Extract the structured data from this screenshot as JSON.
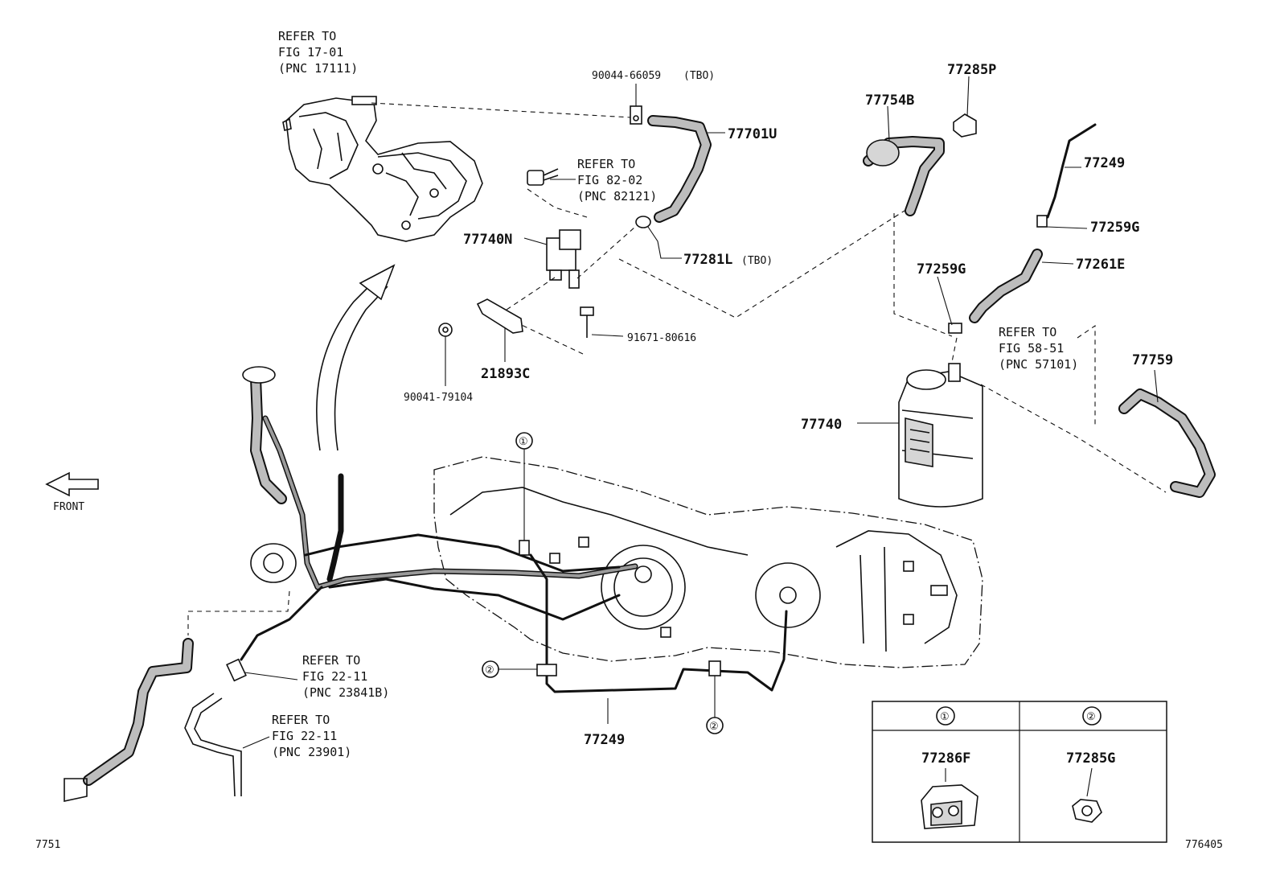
{
  "figure_code_left": "7751",
  "figure_code_right": "776405",
  "front_label": "FRONT",
  "parts": {
    "p90044": "90044-66059",
    "p90044_note": "(TBO)",
    "p77701U": "77701U",
    "p77740N": "77740N",
    "p77281L": "77281L",
    "p77281L_note": "(TBO)",
    "p91671": "91671-80616",
    "p21893C": "21893C",
    "p90041": "90041-79104",
    "p77754B": "77754B",
    "p77285P": "77285P",
    "p77249_top": "77249",
    "p77259G_right": "77259G",
    "p77261E": "77261E",
    "p77259G_left": "77259G",
    "p77759": "77759",
    "p77740": "77740",
    "p77249_bottom": "77249",
    "p77286F": "77286F",
    "p77285G": "77285G"
  },
  "refers": {
    "r1": [
      "REFER TO",
      "FIG 17-01",
      "(PNC 17111)"
    ],
    "r2": [
      "REFER TO",
      "FIG 82-02",
      "(PNC 82121)"
    ],
    "r3": [
      "REFER TO",
      "FIG 58-51",
      "(PNC 57101)"
    ],
    "r4": [
      "REFER TO",
      "FIG 22-11",
      "(PNC 23841B)"
    ],
    "r5": [
      "REFER TO",
      "FIG 22-11",
      "(PNC 23901)"
    ]
  },
  "callouts": {
    "c1": "①",
    "c2a": "②",
    "c2b": "②",
    "table_c1": "①",
    "table_c2": "②"
  }
}
